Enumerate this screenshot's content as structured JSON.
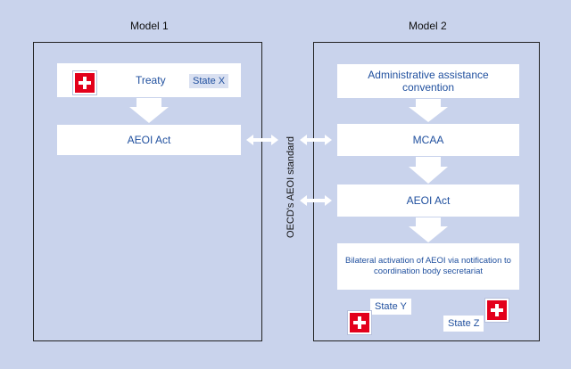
{
  "model1": {
    "title": "Model 1",
    "treaty_label": "Treaty",
    "state_x_label": "State  X",
    "aeoi_act_label": "AEOI Act"
  },
  "model2": {
    "title": "Model 2",
    "admin_label": "Administrative assistance convention",
    "mcaa_label": "MCAA",
    "aeoi_act_label": "AEOI Act",
    "bilateral_label": "Bilateral activation of AEOI via notification to coordination body secretariat",
    "state_y_label": "State Y",
    "state_z_label": "State Z"
  },
  "center_label": "OECD's AEOI standard",
  "colors": {
    "background": "#c9d3ec",
    "box": "#ffffff",
    "text": "#1f4f9e",
    "flag": "#e3001b"
  },
  "icons": [
    "swiss-flag-icon",
    "down-arrow-icon",
    "double-arrow-icon"
  ]
}
